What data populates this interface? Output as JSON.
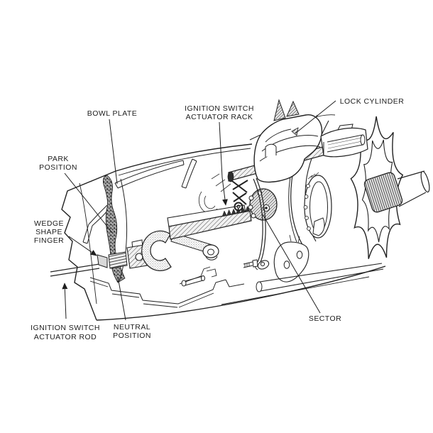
{
  "diagram": {
    "background": "#ffffff",
    "line_color": "#222222",
    "labels": {
      "bowl_plate": "BOWL PLATE",
      "rack_line1": "IGNITION SWITCH",
      "rack_line2": "ACTUATOR RACK",
      "lock_cylinder": "LOCK CYLINDER",
      "park_line1": "PARK",
      "park_line2": "POSITION",
      "wedge_line1": "WEDGE",
      "wedge_line2": "SHAPE",
      "wedge_line3": "FINGER",
      "rod_line1": "IGNITION SWITCH",
      "rod_line2": "ACTUATOR ROD",
      "neutral_line1": "NEUTRAL",
      "neutral_line2": "POSITION",
      "sector": "SECTOR"
    }
  }
}
